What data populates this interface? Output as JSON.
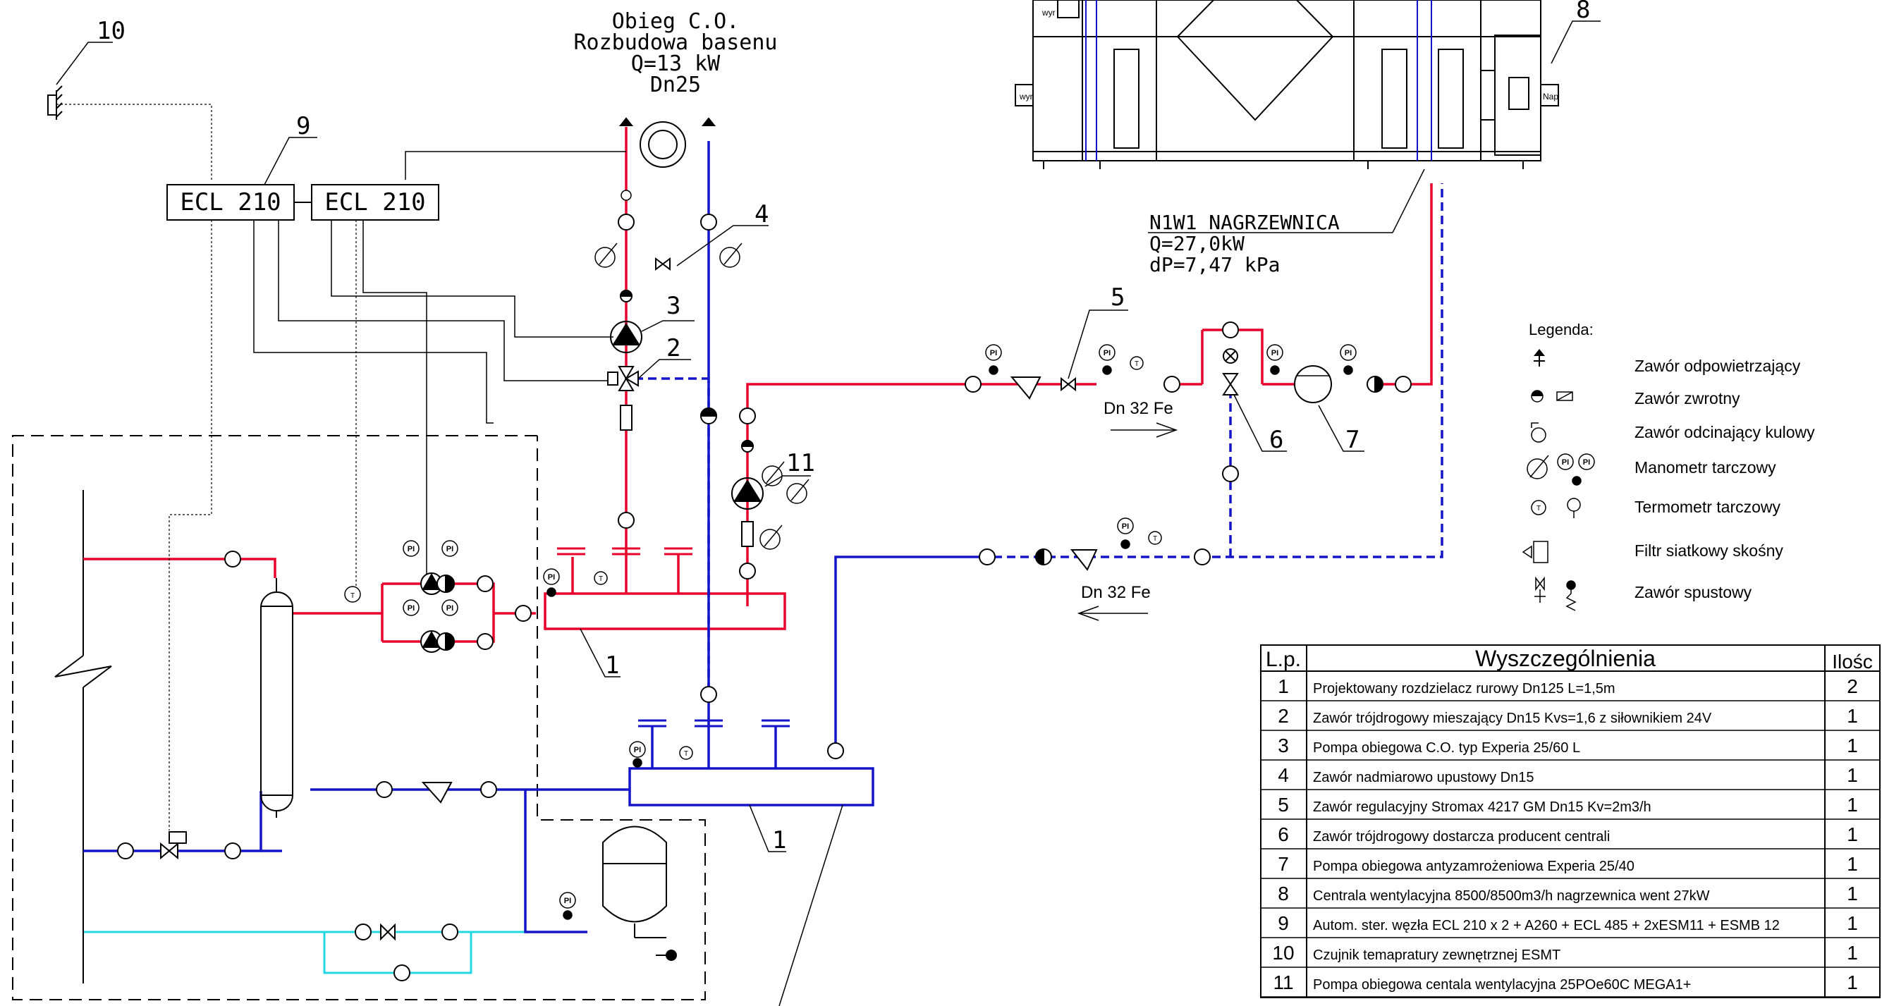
{
  "top_note": {
    "lines": [
      "Obieg C.O.",
      "Rozbudowa basenu",
      "Q=13 kW",
      "Dn25"
    ]
  },
  "controllers": {
    "left_label": "ECL  210",
    "right_label": "ECL  210"
  },
  "heater_note": {
    "lines": [
      "N1W1 NAGRZEWNICA",
      "Q=27,0kW",
      "dP=7,47 kPa"
    ]
  },
  "flow_labels": {
    "supply": "Dn 32 Fe",
    "return": "Dn 32 Fe"
  },
  "callouts": [
    "1",
    "1",
    "2",
    "3",
    "4",
    "5",
    "6",
    "7",
    "8",
    "9",
    "10",
    "11"
  ],
  "gauge_tags": {
    "pressure": "PI",
    "thermometer": "T"
  },
  "unit_labels": [
    "wyr",
    "wyr",
    "Nap"
  ],
  "legend": {
    "title": "Legenda:",
    "items": [
      {
        "label": "Zawór odpowietrzający",
        "icon": "air-vent-icon"
      },
      {
        "label": "Zawór zwrotny",
        "icon": "check-valve-icon"
      },
      {
        "label": "Zawór odcinający kulowy",
        "icon": "ball-valve-icon"
      },
      {
        "label": "Manometr tarczowy",
        "icon": "pressure-gauge-icon"
      },
      {
        "label": "Termometr tarczowy",
        "icon": "thermometer-icon"
      },
      {
        "label": "Filtr siatkowy skośny",
        "icon": "strainer-icon"
      },
      {
        "label": "Zawór spustowy",
        "icon": "drain-valve-icon"
      }
    ]
  },
  "table": {
    "headers": [
      "L.p.",
      "Wyszczególnienia",
      "Ilośc"
    ],
    "rows": [
      {
        "no": "1",
        "desc": "Projektowany rozdzielacz rurowy Dn125 L=1,5m",
        "qty": "2"
      },
      {
        "no": "2",
        "desc": "Zawór trójdrogowy mieszający Dn15 Kvs=1,6 z siłownikiem 24V",
        "qty": "1"
      },
      {
        "no": "3",
        "desc": "Pompa obiegowa C.O. typ Experia 25/60 L",
        "qty": "1"
      },
      {
        "no": "4",
        "desc": "Zawór nadmiarowo upustowy Dn15",
        "qty": "1"
      },
      {
        "no": "5",
        "desc": "Zawór regulacyjny Stromax 4217 GM Dn15 Kv=2m3/h",
        "qty": "1"
      },
      {
        "no": "6",
        "desc": "Zawór trójdrogowy dostarcza producent centrali",
        "qty": "1"
      },
      {
        "no": "7",
        "desc": "Pompa obiegowa antyzamrożeniowa Experia 25/40",
        "qty": "1"
      },
      {
        "no": "8",
        "desc": "Centrala wentylacyjna 8500/8500m3/h nagrzewnica went 27kW",
        "qty": "1"
      },
      {
        "no": "9",
        "desc": "Autom. ster. węzła ECL 210 x 2 + A260 + ECL 485 + 2xESM11 + ESMB 12",
        "qty": "1"
      },
      {
        "no": "10",
        "desc": "Czujnik temapratury zewnętrznej ESMT",
        "qty": "1"
      },
      {
        "no": "11",
        "desc": "Pompa obiegowa centala wentylacyjna 25POe60C MEGA1+",
        "qty": "1"
      }
    ]
  },
  "colors": {
    "supply": "#e8002c",
    "return": "#1414c8",
    "cold_water": "#22d8e0",
    "line": "#000000"
  }
}
